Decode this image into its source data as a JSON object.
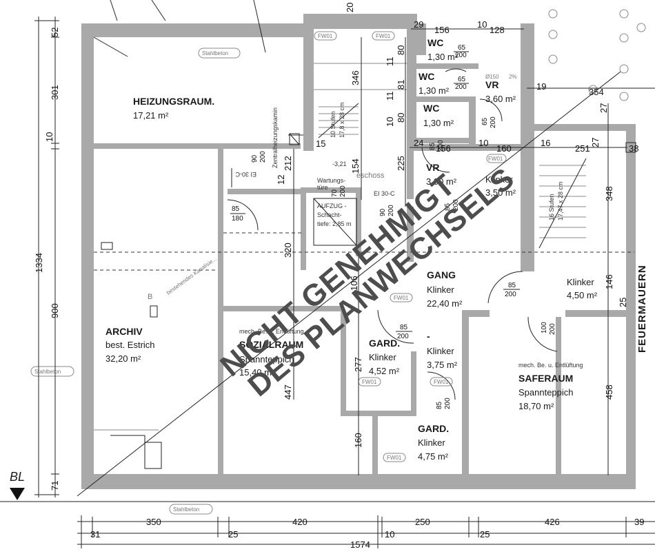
{
  "rooms": {
    "heizung_name": "HEIZUNGSRAUM.",
    "heizung_area": "17,21 m²",
    "archiv_name": "ARCHIV",
    "archiv_sub": "best. Estrich",
    "archiv_area": "32,20 m²",
    "sozial_name": "SOZIALRAUM",
    "sozial_sub": "Spannteppich",
    "sozial_area": "15,40 m²",
    "sozial_note": "mech. Be. u. Entlüftung",
    "wc1_name": "WC",
    "wc1_area": "1,30 m²",
    "wc2_name": "WC",
    "wc2_area": "1,30 m²",
    "wc3_name": "WC",
    "wc3_area": "1,30 m²",
    "vr1_name": "VR",
    "vr1_area": "3,60 m²",
    "vr2_name": "VR",
    "vr2_area": "3,00 m²",
    "kl_top_sub": "Klinker",
    "kl_top_area": "3,50 m²",
    "gang_name": "GANG",
    "gang_sub": "Klinker",
    "gang_area": "22,40 m²",
    "kl_right_sub": "Klinker",
    "kl_right_area": "4,50 m²",
    "gard1_name": "GARD.",
    "gard1_sub": "Klinker",
    "gard1_area": "4,52 m²",
    "mid_name": "-",
    "mid_sub": "Klinker",
    "mid_area": "3,75 m²",
    "gard2_name": "GARD.",
    "gard2_sub": "Klinker",
    "gard2_area": "4,75 m²",
    "safe_name": "SAFERAUM",
    "safe_sub": "Spannteppich",
    "safe_area": "18,70 m²",
    "safe_note": "mech. Be. u. Entlüftung"
  },
  "labels": {
    "feuermauern": "FEUERMAUERN",
    "bl": "BL",
    "kamin": "Zentralheizungskamin",
    "wartung": "Wartungs-",
    "wartung2": "türe",
    "aufzug": "AUFZUG -",
    "schacht": "Schacht-",
    "tiefe": "tiefe: 2,85 m",
    "stufen1": "10 Stufen",
    "stufen1b": "17,8 x 28 cm",
    "stufen2": "16 Stufen",
    "stufen2b": "17,47 x 28 cm",
    "ei_left": "EI 30-C",
    "ei_mid": "EI 30-C",
    "kanal": "bestehendes Kanalisie...",
    "geschoss": "eschoss",
    "elev": "-3,21",
    "phi": "Ø150",
    "pct": "2%",
    "b_mark": "B"
  },
  "tags": {
    "stahlbeton": "Stahlbeton",
    "fw": "FW01"
  },
  "doors": {
    "d1": [
      "85",
      "180"
    ],
    "d2": [
      "65",
      "200"
    ],
    "d3": [
      "65",
      "200"
    ],
    "d4": [
      "65",
      "200"
    ],
    "d5": [
      "85",
      "200"
    ],
    "d6": [
      "85",
      "200"
    ],
    "d7": [
      "85",
      "200"
    ],
    "d8": [
      "100",
      "200"
    ],
    "d9": [
      "85",
      "200"
    ],
    "d10": [
      "70",
      "200"
    ],
    "d11": [
      "90",
      "200"
    ],
    "d12": [
      "85",
      "200"
    ],
    "d13": [
      "90",
      "200"
    ]
  },
  "dims": {
    "left_52": "52",
    "left_301": "301",
    "left_10": "10",
    "left_1334": "1334",
    "left_900": "900",
    "left_71": "71",
    "bottom_350": "350",
    "bottom_420": "420",
    "bottom_250": "250",
    "bottom_426": "426",
    "bottom_39": "39",
    "bottom_31": "31",
    "bottom_25a": "25",
    "bottom_10": "10",
    "bottom_25b": "25",
    "bottom_1574": "1574",
    "top_29": "29",
    "top_156": "156",
    "top_10": "10",
    "top_128": "128",
    "top_20": "20",
    "v_346": "346",
    "v_80a": "80",
    "v_11a": "11",
    "v_81": "81",
    "v_11b": "11",
    "v_80b": "80",
    "v_10": "10",
    "v_225": "225",
    "v_154": "154",
    "v_212": "212",
    "v_12": "12",
    "v_320": "320",
    "v_106": "106",
    "v_447": "447",
    "v_277": "277",
    "v_160": "160",
    "h_24": "24",
    "h_156": "156",
    "h_10": "10",
    "h_160": "160",
    "h_16": "16",
    "h_251": "251",
    "h_38": "38",
    "h_19": "19",
    "h_354": "354",
    "h_15": "15",
    "v_27a": "27",
    "v_27b": "27",
    "v_348": "348",
    "v_146": "146",
    "v_25": "25",
    "v_458": "458"
  },
  "watermark": {
    "line1": "NICHT GENEHMIGT",
    "line2": "DES PLANWECHSELS"
  }
}
